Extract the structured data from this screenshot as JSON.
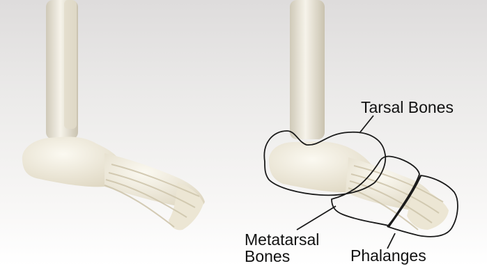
{
  "labels": {
    "tarsal": "Tarsal Bones",
    "metatarsal_line1": "Metatarsal",
    "metatarsal_line2": "Bones",
    "phalanges": "Phalanges"
  },
  "colors": {
    "bone": "#f3efe0",
    "bone_shadow": "#d9d2bd",
    "outline": "#1a1a1a",
    "text": "#111111"
  }
}
